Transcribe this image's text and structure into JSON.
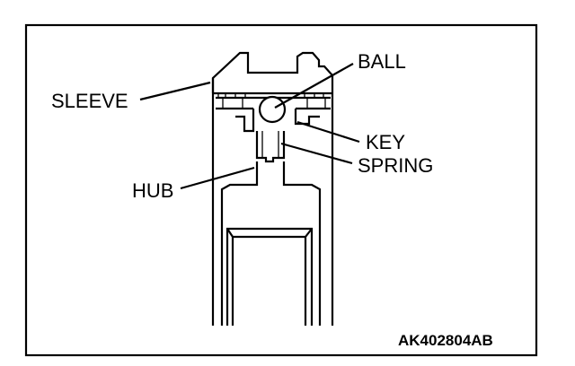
{
  "labels": {
    "ball": "BALL",
    "sleeve": "SLEEVE",
    "key": "KEY",
    "spring": "SPRING",
    "hub": "HUB"
  },
  "figure_code": "AK402804AB"
}
